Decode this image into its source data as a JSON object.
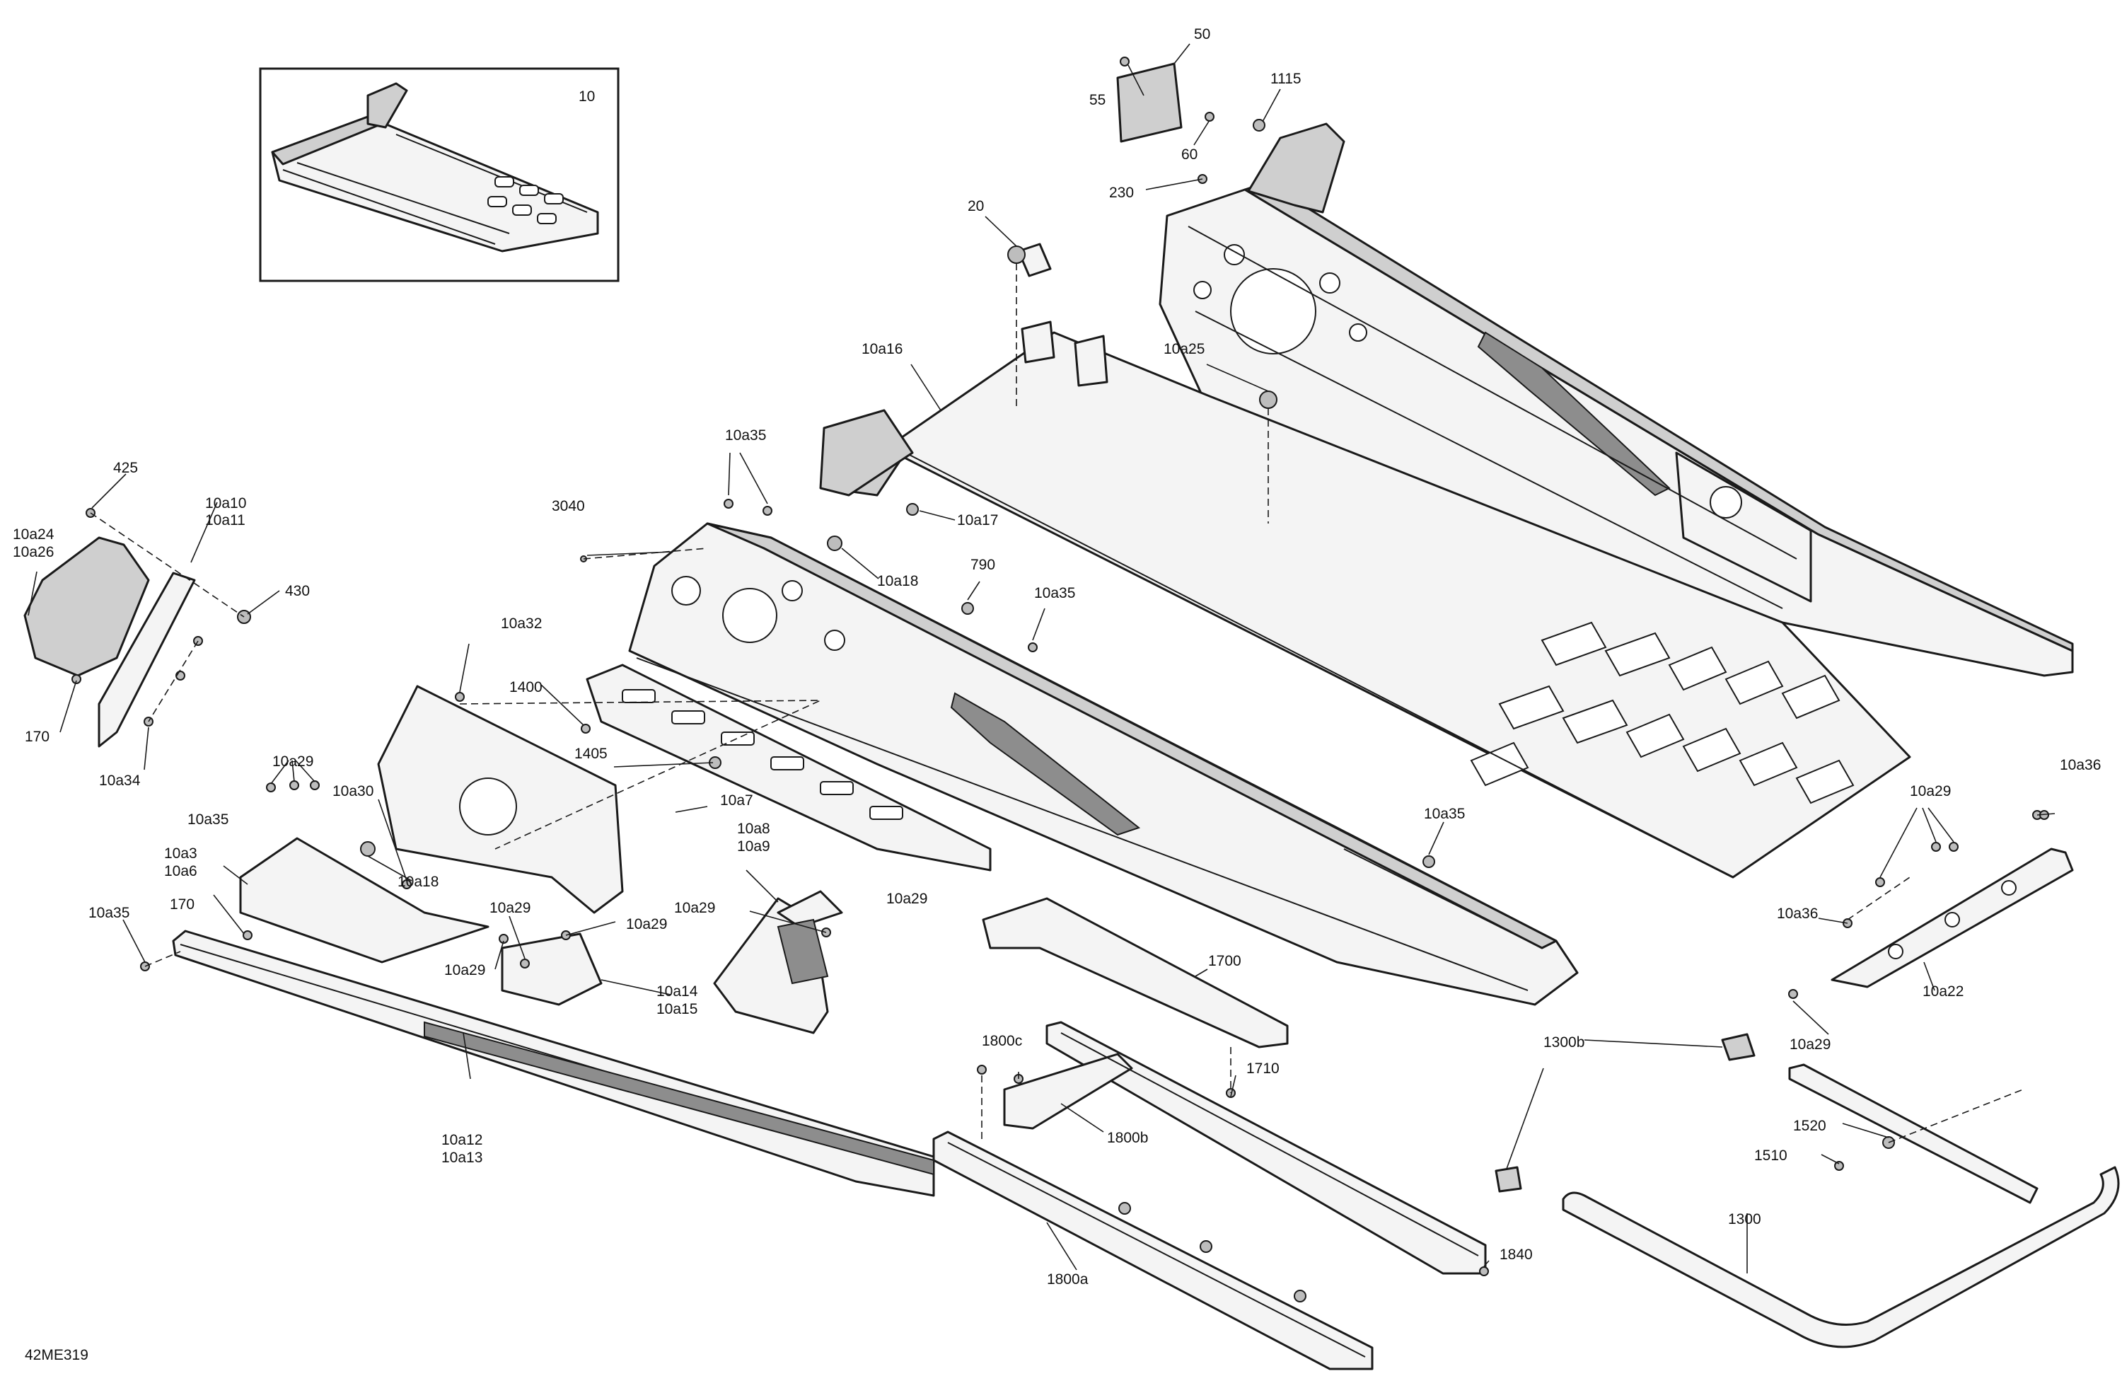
{
  "diagram_id": "42ME319",
  "inset_label": "10",
  "callouts": [
    {
      "id": "c50",
      "text": "50"
    },
    {
      "id": "c55",
      "text": "55"
    },
    {
      "id": "c60",
      "text": "60"
    },
    {
      "id": "c1115",
      "text": "1115"
    },
    {
      "id": "c230",
      "text": "230"
    },
    {
      "id": "c20",
      "text": "20"
    },
    {
      "id": "c10a16",
      "text": "10a16"
    },
    {
      "id": "c10a25",
      "text": "10a25"
    },
    {
      "id": "c10a35a",
      "text": "10a35"
    },
    {
      "id": "c425",
      "text": "425"
    },
    {
      "id": "c10a10",
      "text": "10a10"
    },
    {
      "id": "c10a11",
      "text": "10a11"
    },
    {
      "id": "c10a24",
      "text": "10a24"
    },
    {
      "id": "c10a26",
      "text": "10a26"
    },
    {
      "id": "c3040",
      "text": "3040"
    },
    {
      "id": "c10a17",
      "text": "10a17"
    },
    {
      "id": "c430",
      "text": "430"
    },
    {
      "id": "c10a18a",
      "text": "10a18"
    },
    {
      "id": "c790",
      "text": "790"
    },
    {
      "id": "c10a35b",
      "text": "10a35"
    },
    {
      "id": "c10a32",
      "text": "10a32"
    },
    {
      "id": "c170a",
      "text": "170"
    },
    {
      "id": "c1400",
      "text": "1400"
    },
    {
      "id": "c10a34",
      "text": "10a34"
    },
    {
      "id": "c1405",
      "text": "1405"
    },
    {
      "id": "c10a29a",
      "text": "10a29"
    },
    {
      "id": "c10a30",
      "text": "10a30"
    },
    {
      "id": "c10a7",
      "text": "10a7"
    },
    {
      "id": "c10a35c",
      "text": "10a35"
    },
    {
      "id": "c10a8",
      "text": "10a8"
    },
    {
      "id": "c10a9",
      "text": "10a9"
    },
    {
      "id": "c10a3",
      "text": "10a3"
    },
    {
      "id": "c10a6",
      "text": "10a6"
    },
    {
      "id": "c10a18b",
      "text": "10a18"
    },
    {
      "id": "c170b",
      "text": "170"
    },
    {
      "id": "c10a29b",
      "text": "10a29"
    },
    {
      "id": "c10a29c",
      "text": "10a29"
    },
    {
      "id": "c10a29d",
      "text": "10a29"
    },
    {
      "id": "c10a35d",
      "text": "10a35"
    },
    {
      "id": "c10a29e",
      "text": "10a29"
    },
    {
      "id": "c10a29f",
      "text": "10a29"
    },
    {
      "id": "c10a14",
      "text": "10a14"
    },
    {
      "id": "c10a15",
      "text": "10a15"
    },
    {
      "id": "c10a35e",
      "text": "10a35"
    },
    {
      "id": "c10a36a",
      "text": "10a36"
    },
    {
      "id": "c10a29g",
      "text": "10a29"
    },
    {
      "id": "c10a36b",
      "text": "10a36"
    },
    {
      "id": "c1700",
      "text": "1700"
    },
    {
      "id": "c10a22",
      "text": "10a22"
    },
    {
      "id": "c10a29h",
      "text": "10a29"
    },
    {
      "id": "c1800c",
      "text": "1800c"
    },
    {
      "id": "c1710",
      "text": "1710"
    },
    {
      "id": "c1300b",
      "text": "1300b"
    },
    {
      "id": "c1800b",
      "text": "1800b"
    },
    {
      "id": "c10a12",
      "text": "10a12"
    },
    {
      "id": "c10a13",
      "text": "10a13"
    },
    {
      "id": "c1520",
      "text": "1520"
    },
    {
      "id": "c1510",
      "text": "1510"
    },
    {
      "id": "c1300",
      "text": "1300"
    },
    {
      "id": "c1840",
      "text": "1840"
    },
    {
      "id": "c1800a",
      "text": "1800a"
    }
  ]
}
